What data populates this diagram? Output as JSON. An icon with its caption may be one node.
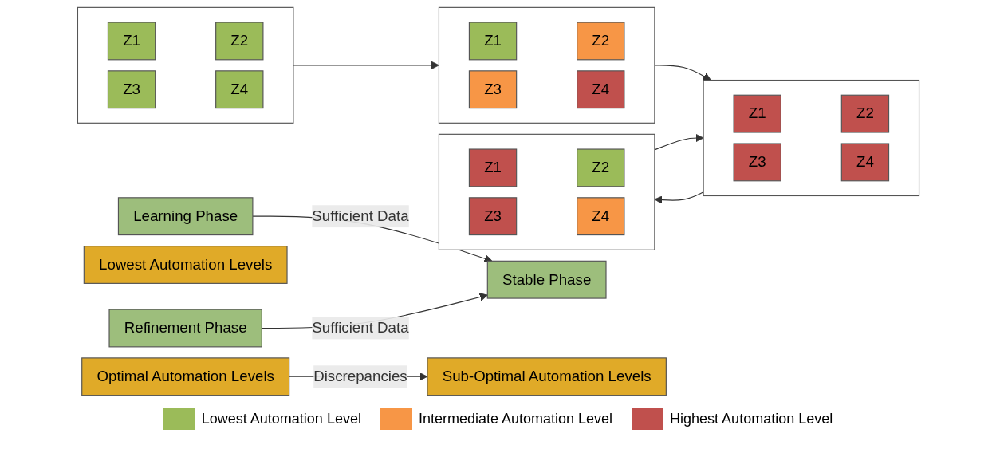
{
  "diagram": {
    "nodes": [
      {
        "text": [
          "Learning Phase"
        ]
      },
      {
        "text": [
          "Lowest Automation Levels"
        ]
      },
      {
        "text": [
          "Stable Phase"
        ]
      },
      {
        "text": [
          "Optimal Automation Levels"
        ]
      },
      {
        "text": [
          "Refinement Phase"
        ]
      },
      {
        "text": [
          "Sub-Optimal Automation Levels"
        ]
      },
      {
        "text": [],
        "shape": "box"
      },
      {
        "text": [
          "Z1"
        ],
        "in": 6
      },
      {
        "text": [
          "Z2"
        ],
        "in": 6
      },
      {
        "text": [
          "Z3"
        ],
        "in": 6
      },
      {
        "text": [
          "Z4"
        ],
        "in": 6
      },
      {
        "text": [],
        "shape": "box"
      },
      {
        "text": [
          "Z1"
        ],
        "in": 11
      },
      {
        "text": [
          "Z2"
        ],
        "in": 11
      },
      {
        "text": [
          "Z3"
        ],
        "in": 11
      },
      {
        "text": [
          "Z4"
        ],
        "in": 11
      },
      {
        "text": [],
        "shape": "box"
      },
      {
        "text": [
          "Z1"
        ],
        "in": 16
      },
      {
        "text": [
          "Z2"
        ],
        "in": 16
      },
      {
        "text": [
          "Z3"
        ],
        "in": 16
      },
      {
        "text": [
          "Z4"
        ],
        "in": 16
      },
      {
        "text": [],
        "shape": "box"
      },
      {
        "text": [
          "Z1"
        ],
        "in": 21
      },
      {
        "text": [
          "Z2"
        ],
        "in": 21
      },
      {
        "text": [
          "Z3"
        ],
        "in": 21
      },
      {
        "text": [
          "Z4"
        ],
        "in": 21
      }
    ],
    "edges": [
      {
        "from": 0,
        "to": 2,
        "arrow": "to",
        "label": "Sufficient Data"
      },
      {
        "from": 4,
        "to": 2,
        "arrow": "to",
        "label": "Sufficient Data"
      },
      {
        "from": 3,
        "to": 5,
        "arrow": "to",
        "label": "Discrepancies"
      },
      {
        "from": 6,
        "to": 11,
        "arrow": "to"
      },
      {
        "from": 11,
        "to": 16,
        "arrow": "to"
      },
      {
        "from": 21,
        "to": 16,
        "arrow": "to"
      },
      {
        "from": 16,
        "to": 21,
        "arrow": "to"
      }
    ],
    "legend": [
      {
        "text": "Lowest Automation Level",
        "color": "#9bbb59"
      },
      {
        "text": "Intermediate Automation Level",
        "color": "#f79646"
      },
      {
        "text": "Highest Automation Level",
        "color": "#c0504d"
      }
    ]
  }
}
